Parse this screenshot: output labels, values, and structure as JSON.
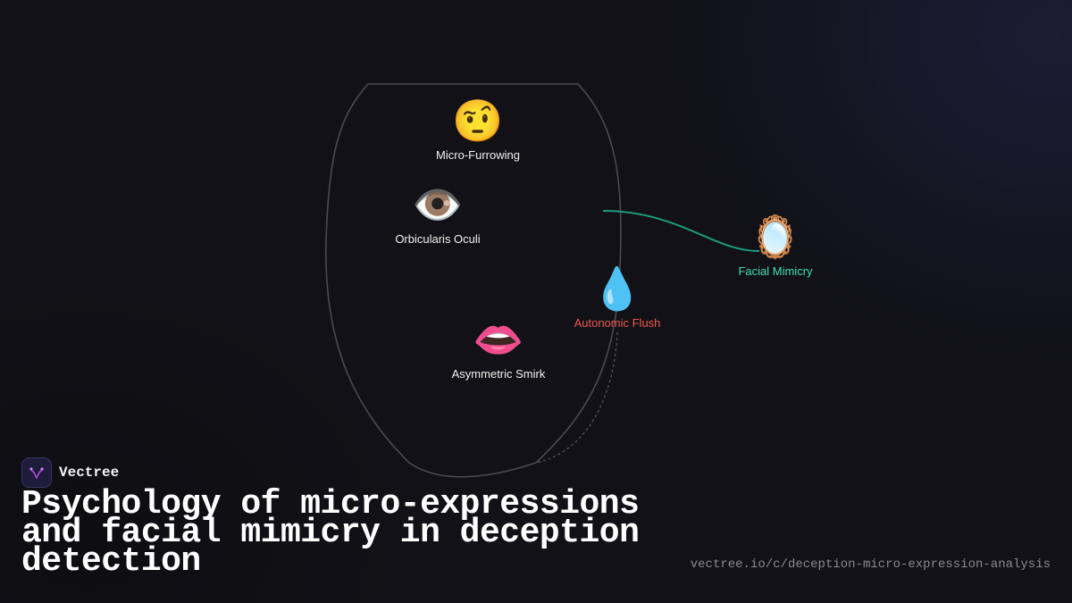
{
  "brand": {
    "name": "Vectree"
  },
  "title": "Psychology of micro-expressions and facial mimicry in deception detection",
  "url": "vectree.io/c/deception-micro-expression-analysis",
  "nodes": {
    "micro_furrowing": {
      "emoji": "🤨",
      "label": "Micro-Furrowing",
      "color": "#f2f2f2"
    },
    "orbicularis_oculi": {
      "emoji": "👁️",
      "label": "Orbicularis Oculi",
      "color": "#f2f2f2"
    },
    "autonomic_flush": {
      "emoji": "💧",
      "label": "Autonomic Flush",
      "color": "#f0574f"
    },
    "asymmetric_smirk": {
      "emoji": "👄",
      "label": "Asymmetric Smirk",
      "color": "#f2f2f2"
    },
    "facial_mimicry": {
      "emoji": "🪞",
      "label": "Facial Mimicry",
      "color": "#3fe0b0"
    }
  },
  "colors": {
    "background": "#111117",
    "face_outline": "#4a4a50",
    "connector": "#1f9a7e",
    "dashed_connector": "#5a5a62",
    "brand_accent": "#a84bd8"
  }
}
